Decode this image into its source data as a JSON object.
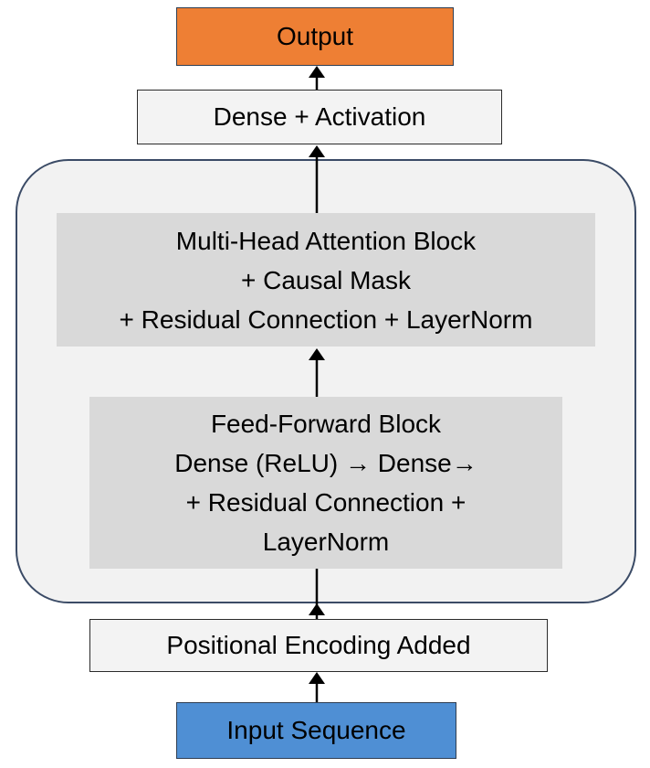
{
  "diagram": {
    "output": "Output",
    "dense_activation": "Dense + Activation",
    "mha_block": {
      "line1": "Multi-Head Attention Block",
      "line2": "+ Causal Mask",
      "line3": "+ Residual Connection + LayerNorm"
    },
    "ff_block": {
      "line1": "Feed-Forward Block",
      "line2": "Dense (ReLU) → Dense→",
      "line3": "+ Residual Connection +",
      "line4": "LayerNorm"
    },
    "positional_encoding": "Positional Encoding Added",
    "input": "Input Sequence"
  },
  "colors": {
    "output_fill": "#ee7f34",
    "input_fill": "#4f8fd4",
    "block_fill": "#d9d9d9",
    "container_fill": "#f2f2f2",
    "light_box_fill": "#f3f3f3"
  }
}
